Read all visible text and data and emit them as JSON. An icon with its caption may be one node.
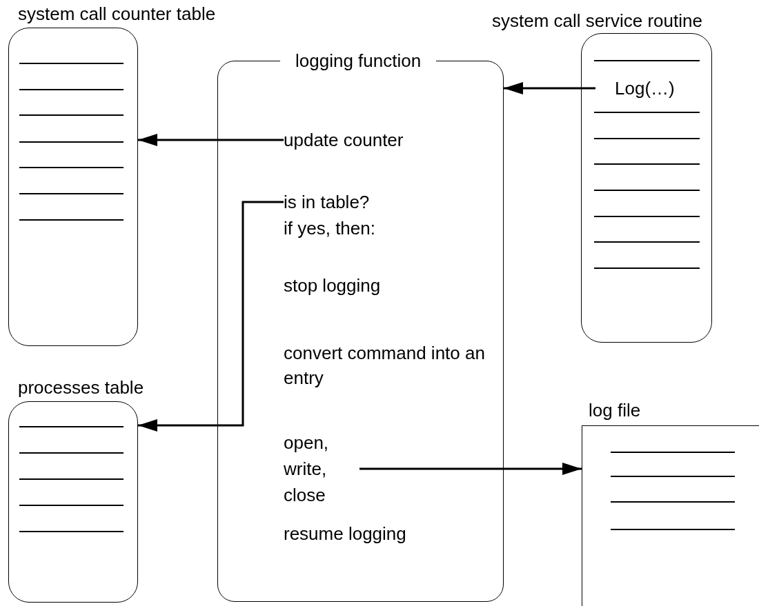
{
  "diagram": {
    "nodes": [
      {
        "text": [
          "system call counter table"
        ]
      },
      {
        "text": [
          "logging function",
          "if yes, then:",
          "stop logging",
          "convert command into an entry",
          "resume logging"
        ]
      },
      {
        "text": [
          "update counter"
        ],
        "in": 1
      },
      {
        "text": [
          "is in table?"
        ],
        "in": 1
      },
      {
        "text": [
          "open, write, close"
        ],
        "in": 1
      },
      {
        "text": [
          "system call service routine"
        ]
      },
      {
        "text": [
          "Log(…)"
        ],
        "in": 5
      },
      {
        "text": [
          "processes table"
        ]
      },
      {
        "text": [
          "log file"
        ]
      }
    ],
    "edges": [
      {
        "from": 6,
        "to": 1,
        "arrow": "to"
      },
      {
        "from": 2,
        "to": 0,
        "arrow": "to"
      },
      {
        "from": 3,
        "to": 7,
        "arrow": "to"
      },
      {
        "from": 4,
        "to": 8,
        "arrow": "to"
      }
    ]
  }
}
